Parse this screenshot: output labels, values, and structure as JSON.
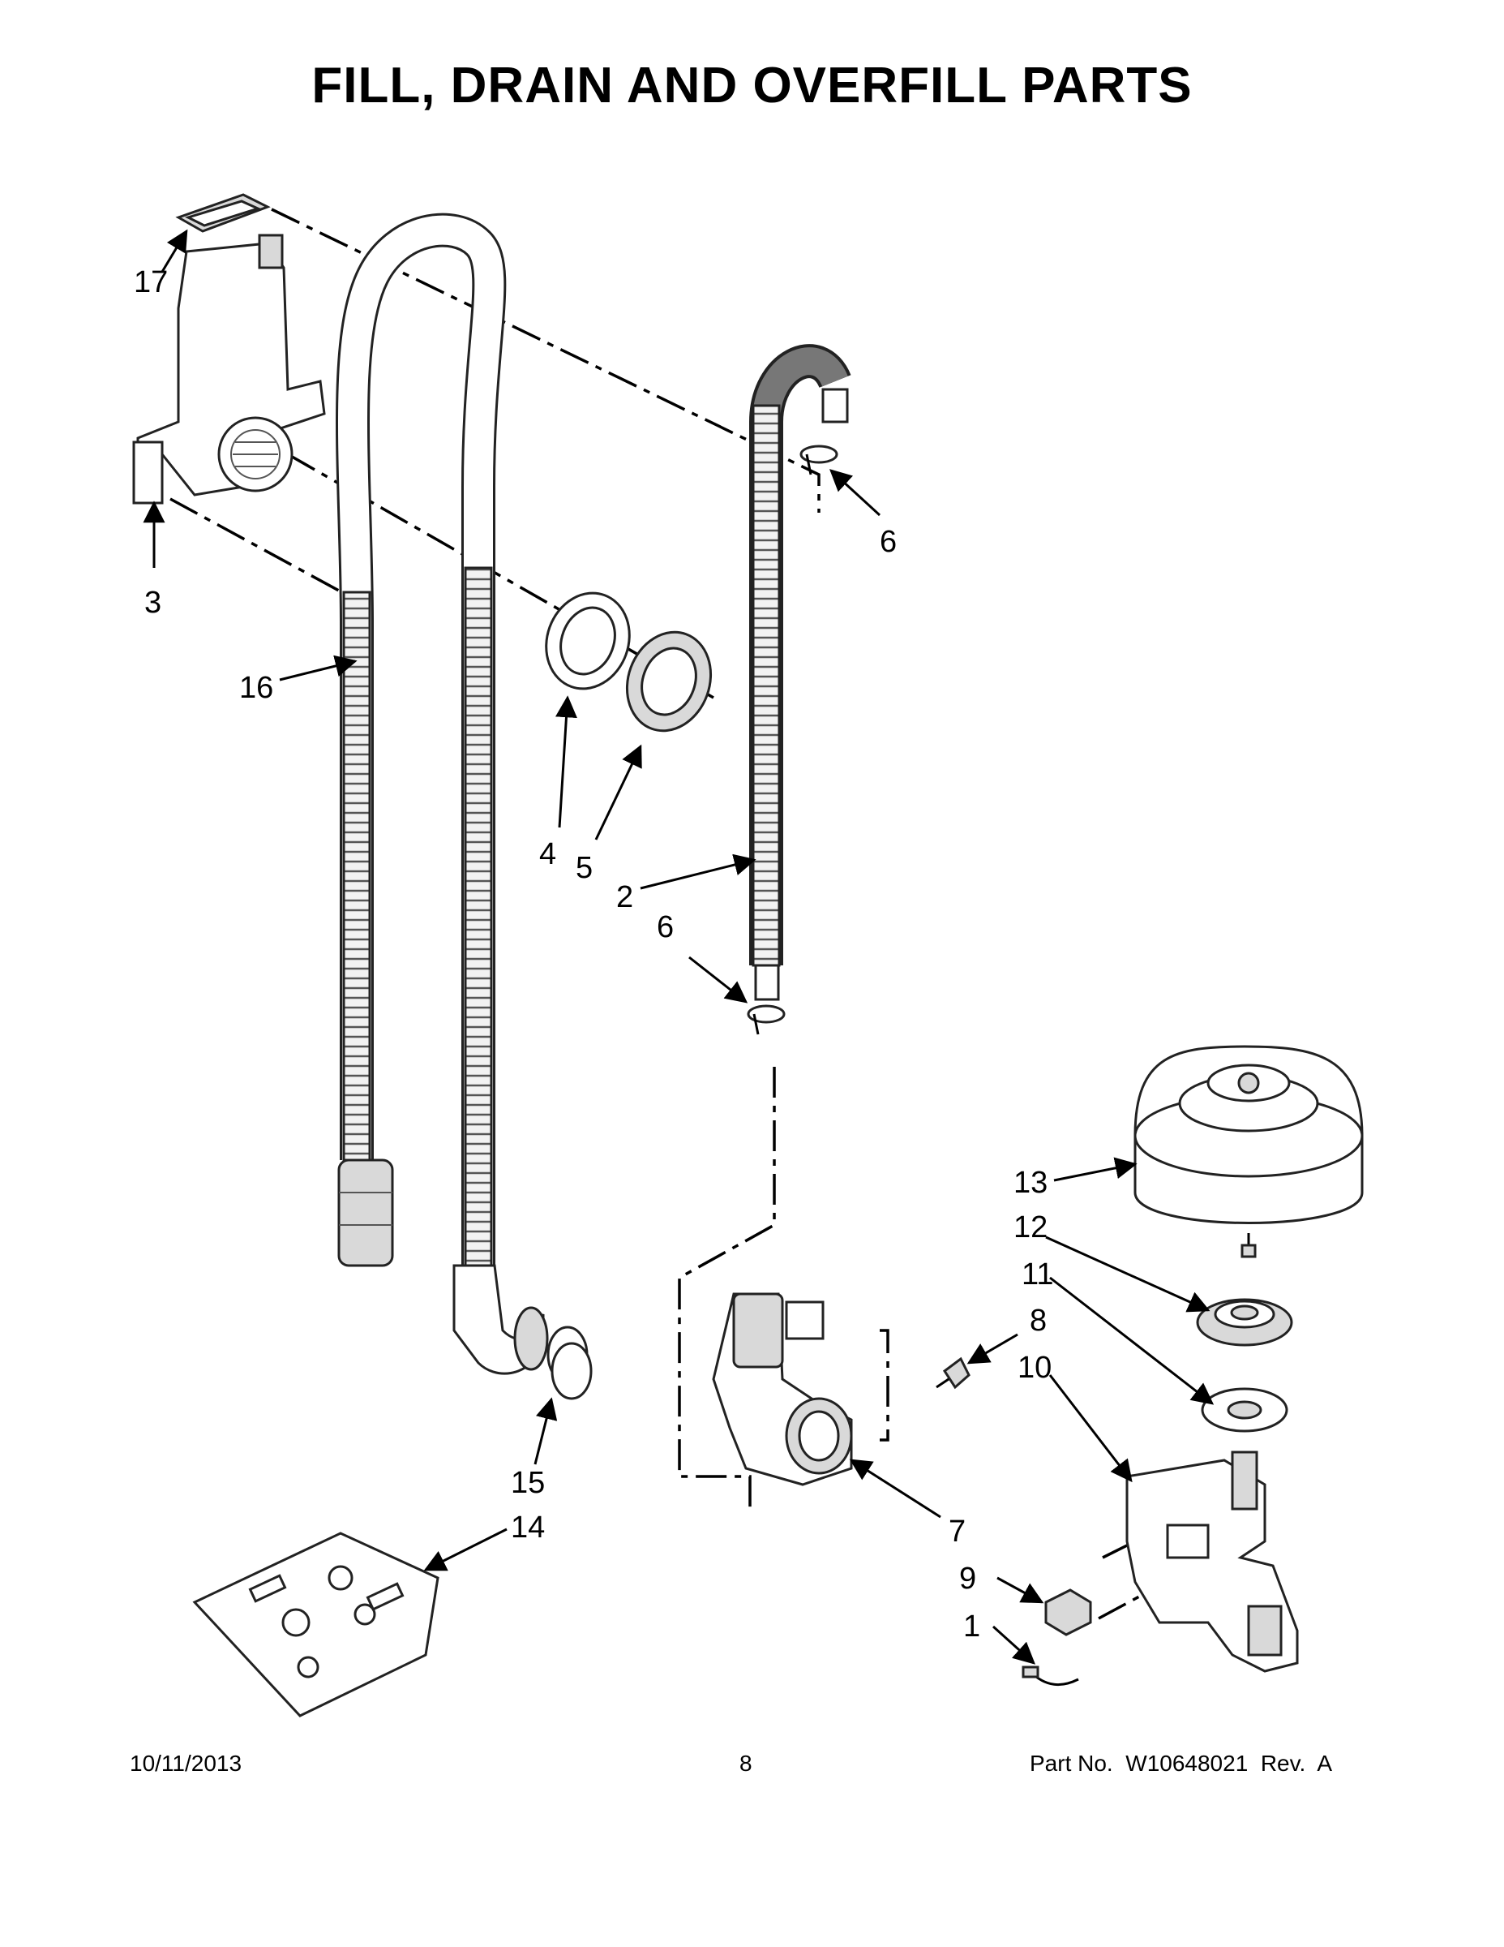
{
  "title": "FILL, DRAIN AND OVERFILL PARTS",
  "callouts": [
    {
      "id": "c17",
      "label": "17"
    },
    {
      "id": "c3",
      "label": "3"
    },
    {
      "id": "c16",
      "label": "16"
    },
    {
      "id": "c6a",
      "label": "6"
    },
    {
      "id": "c4",
      "label": "4"
    },
    {
      "id": "c5",
      "label": "5"
    },
    {
      "id": "c2",
      "label": "2"
    },
    {
      "id": "c6b",
      "label": "6"
    },
    {
      "id": "c13",
      "label": "13"
    },
    {
      "id": "c12",
      "label": "12"
    },
    {
      "id": "c11",
      "label": "11"
    },
    {
      "id": "c8",
      "label": "8"
    },
    {
      "id": "c10",
      "label": "10"
    },
    {
      "id": "c15",
      "label": "15"
    },
    {
      "id": "c14",
      "label": "14"
    },
    {
      "id": "c7",
      "label": "7"
    },
    {
      "id": "c9",
      "label": "9"
    },
    {
      "id": "c1",
      "label": "1"
    }
  ],
  "footer": {
    "date": "10/11/2013",
    "page": "8",
    "part": "Part No.  W10648021  Rev.  A"
  }
}
